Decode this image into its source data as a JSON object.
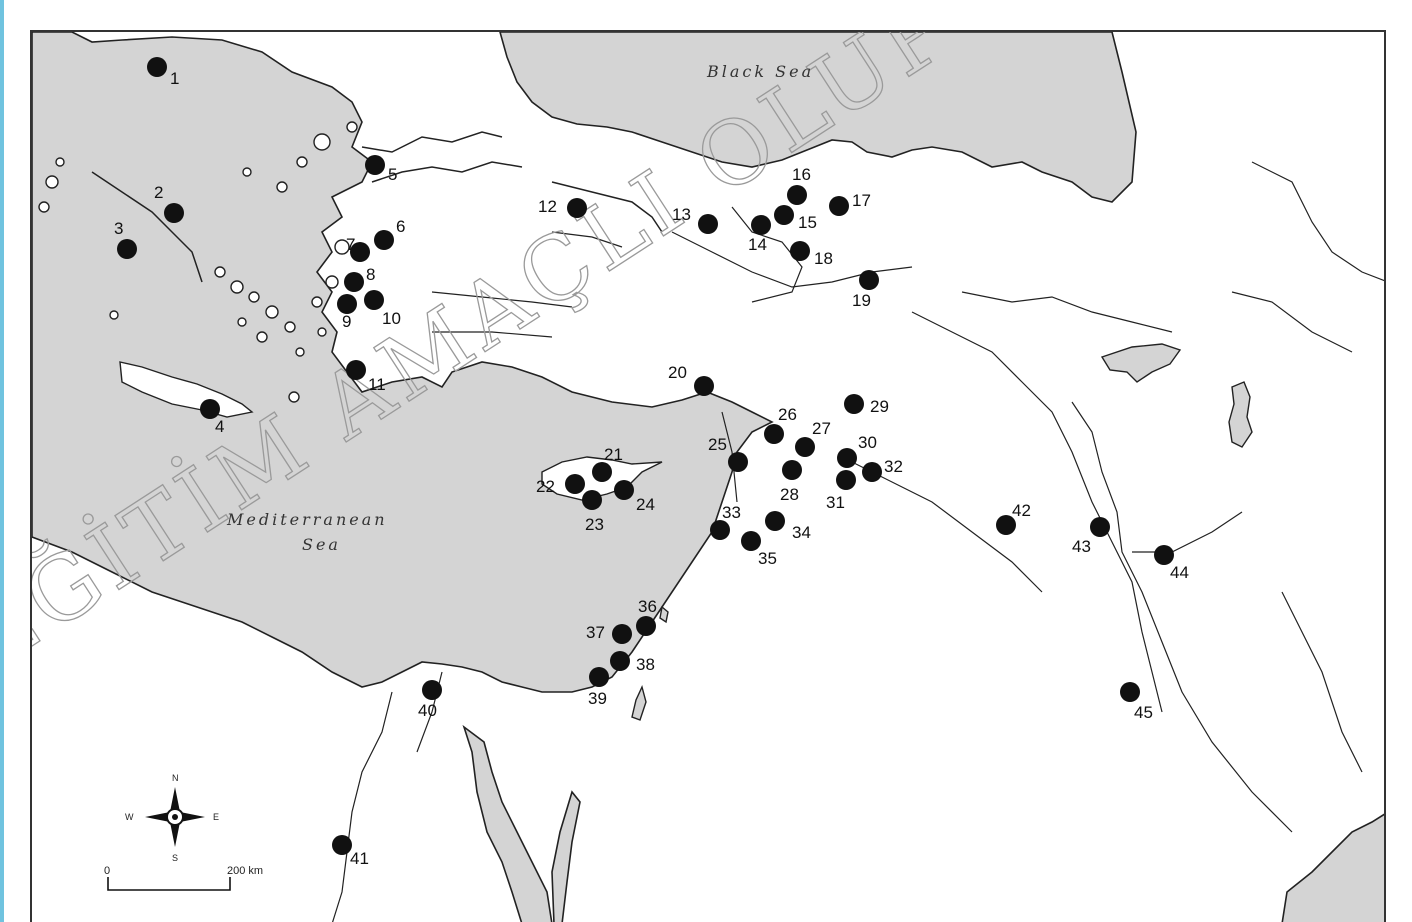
{
  "map": {
    "sea_labels": {
      "black_sea": "Black Sea",
      "mediterranean_line1": "Mediterranean",
      "mediterranean_line2": "Sea"
    },
    "watermark": "EĞİTİM AMAÇLI OLUP KULLANIM HAKKI",
    "compass": {
      "n": "N",
      "s": "S",
      "e": "E",
      "w": "W"
    },
    "scale": {
      "start": "0",
      "end": "200 km"
    },
    "sites": [
      {
        "id": "1"
      },
      {
        "id": "2"
      },
      {
        "id": "3"
      },
      {
        "id": "4"
      },
      {
        "id": "5"
      },
      {
        "id": "6"
      },
      {
        "id": "7"
      },
      {
        "id": "8"
      },
      {
        "id": "9"
      },
      {
        "id": "10"
      },
      {
        "id": "11"
      },
      {
        "id": "12"
      },
      {
        "id": "13"
      },
      {
        "id": "14"
      },
      {
        "id": "15"
      },
      {
        "id": "16"
      },
      {
        "id": "17"
      },
      {
        "id": "18"
      },
      {
        "id": "19"
      },
      {
        "id": "20"
      },
      {
        "id": "21"
      },
      {
        "id": "22"
      },
      {
        "id": "23"
      },
      {
        "id": "24"
      },
      {
        "id": "25"
      },
      {
        "id": "26"
      },
      {
        "id": "27"
      },
      {
        "id": "28"
      },
      {
        "id": "29"
      },
      {
        "id": "30"
      },
      {
        "id": "31"
      },
      {
        "id": "32"
      },
      {
        "id": "33"
      },
      {
        "id": "34"
      },
      {
        "id": "35"
      },
      {
        "id": "36"
      },
      {
        "id": "37"
      },
      {
        "id": "38"
      },
      {
        "id": "39"
      },
      {
        "id": "40"
      },
      {
        "id": "41"
      },
      {
        "id": "42"
      },
      {
        "id": "43"
      },
      {
        "id": "44"
      },
      {
        "id": "45"
      }
    ]
  },
  "colors": {
    "sea": "#d4d4d4",
    "site": "#111111",
    "accent_rule": "#6fc3df"
  }
}
